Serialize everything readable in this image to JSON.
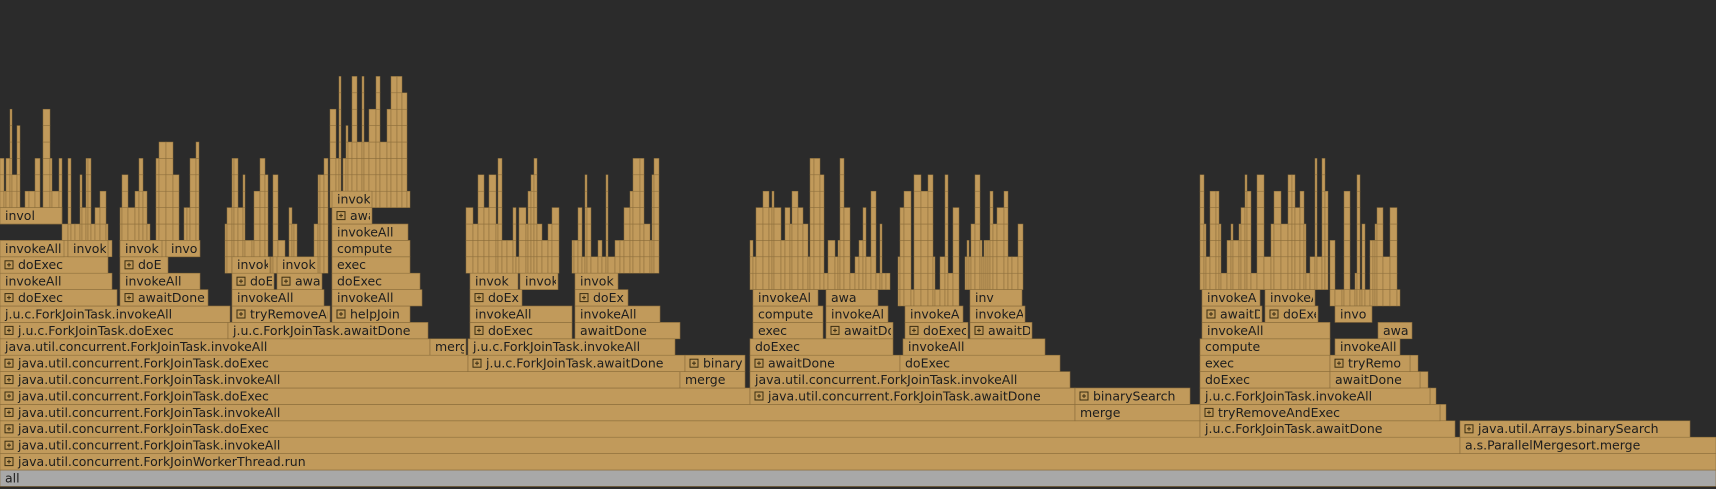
{
  "colors": {
    "background": "#2b2b2b",
    "frame_fill": "#c19a5b",
    "frame_stroke": "#8a6d3b",
    "root_fill": "#a8a8a8",
    "text": "#1d1d1d"
  },
  "chart_data": {
    "type": "flamegraph",
    "title": "",
    "root_label": "all",
    "frames": [
      {
        "label": "java.util.concurrent.ForkJoinWorkerThread.run",
        "depth": 1,
        "start": 0,
        "end": 1716,
        "expand": true
      },
      {
        "label": "java.util.concurrent.ForkJoinTask.invokeAll",
        "depth": 2,
        "start": 0,
        "end": 1460,
        "expand": true
      },
      {
        "label": "a.s.ParallelMergesort.merge",
        "depth": 2,
        "start": 1460,
        "end": 1716,
        "expand": false
      },
      {
        "label": "java.util.concurrent.ForkJoinTask.doExec",
        "depth": 3,
        "start": 0,
        "end": 1200,
        "expand": true
      },
      {
        "label": "j.u.c.ForkJoinTask.awaitDone",
        "depth": 3,
        "start": 1200,
        "end": 1455,
        "expand": false
      },
      {
        "label": "java.util.Arrays.binarySearch",
        "depth": 3,
        "start": 1460,
        "end": 1690,
        "expand": true
      },
      {
        "label": "java.util.concurrent.ForkJoinTask.invokeAll",
        "depth": 4,
        "start": 0,
        "end": 1075,
        "expand": true
      },
      {
        "label": "merge",
        "depth": 4,
        "start": 1075,
        "end": 1200,
        "expand": false
      },
      {
        "label": "+ tryRemoveAndExec",
        "depth": 4,
        "start": 1200,
        "end": 1440,
        "expand": true
      },
      {
        "label": "java.util.concurrent.ForkJoinTask.doExec",
        "depth": 5,
        "start": 0,
        "end": 750,
        "expand": true
      },
      {
        "label": "java.util.concurrent.ForkJoinTask.awaitDone",
        "depth": 5,
        "start": 750,
        "end": 1075,
        "expand": true
      },
      {
        "label": "binarySearch",
        "depth": 5,
        "start": 1075,
        "end": 1190,
        "expand": true
      },
      {
        "label": "j.u.c.ForkJoinTask.invokeAll",
        "depth": 5,
        "start": 1200,
        "end": 1430,
        "expand": false
      },
      {
        "label": "java.util.concurrent.ForkJoinTask.invokeAll",
        "depth": 6,
        "start": 0,
        "end": 680,
        "expand": true
      },
      {
        "label": "merge",
        "depth": 6,
        "start": 680,
        "end": 745,
        "expand": false
      },
      {
        "label": "java.util.concurrent.ForkJoinTask.invokeAll",
        "depth": 6,
        "start": 750,
        "end": 1070,
        "expand": false
      },
      {
        "label": "doExec",
        "depth": 6,
        "start": 1200,
        "end": 1330,
        "expand": false
      },
      {
        "label": "awaitDone",
        "depth": 6,
        "start": 1330,
        "end": 1420,
        "expand": false
      },
      {
        "label": "java.util.concurrent.ForkJoinTask.doExec",
        "depth": 7,
        "start": 0,
        "end": 468,
        "expand": true
      },
      {
        "label": "j.u.c.ForkJoinTask.awaitDone",
        "depth": 7,
        "start": 468,
        "end": 685,
        "expand": true
      },
      {
        "label": "binaryS",
        "depth": 7,
        "start": 685,
        "end": 745,
        "expand": true
      },
      {
        "label": "awaitDone",
        "depth": 7,
        "start": 750,
        "end": 900,
        "expand": true
      },
      {
        "label": "doExec",
        "depth": 7,
        "start": 900,
        "end": 1060,
        "expand": false
      },
      {
        "label": "exec",
        "depth": 7,
        "start": 1200,
        "end": 1330,
        "expand": false
      },
      {
        "label": "tryRemo",
        "depth": 7,
        "start": 1330,
        "end": 1410,
        "expand": true
      },
      {
        "label": "java.util.concurrent.ForkJoinTask.invokeAll",
        "depth": 8,
        "start": 0,
        "end": 430,
        "expand": false
      },
      {
        "label": "merg",
        "depth": 8,
        "start": 430,
        "end": 466,
        "expand": false
      },
      {
        "label": "j.u.c.ForkJoinTask.invokeAll",
        "depth": 8,
        "start": 468,
        "end": 675,
        "expand": false
      },
      {
        "label": "doExec",
        "depth": 8,
        "start": 750,
        "end": 893,
        "expand": false
      },
      {
        "label": "invokeAll",
        "depth": 8,
        "start": 903,
        "end": 1045,
        "expand": false
      },
      {
        "label": "compute",
        "depth": 8,
        "start": 1200,
        "end": 1330,
        "expand": false
      },
      {
        "label": "invokeAll",
        "depth": 8,
        "start": 1335,
        "end": 1400,
        "expand": false
      },
      {
        "label": "j.u.c.ForkJoinTask.doExec",
        "depth": 9,
        "start": 0,
        "end": 228,
        "expand": true
      },
      {
        "label": "j.u.c.ForkJoinTask.awaitDone",
        "depth": 9,
        "start": 228,
        "end": 428,
        "expand": false
      },
      {
        "label": "doExec",
        "depth": 9,
        "start": 470,
        "end": 572,
        "expand": true
      },
      {
        "label": "awaitDone",
        "depth": 9,
        "start": 575,
        "end": 680,
        "expand": false
      },
      {
        "label": "exec",
        "depth": 9,
        "start": 753,
        "end": 823,
        "expand": false
      },
      {
        "label": "awaitDo",
        "depth": 9,
        "start": 826,
        "end": 893,
        "expand": true
      },
      {
        "label": "doExec",
        "depth": 9,
        "start": 905,
        "end": 968,
        "expand": true
      },
      {
        "label": "awaitD",
        "depth": 9,
        "start": 970,
        "end": 1032,
        "expand": true
      },
      {
        "label": "invokeAll",
        "depth": 9,
        "start": 1202,
        "end": 1330,
        "expand": false
      },
      {
        "label": "awa",
        "depth": 9,
        "start": 1378,
        "end": 1412,
        "expand": false
      },
      {
        "label": "j.u.c.ForkJoinTask.invokeAll",
        "depth": 10,
        "start": 0,
        "end": 230,
        "expand": false
      },
      {
        "label": "tryRemoveAr",
        "depth": 10,
        "start": 232,
        "end": 330,
        "expand": true
      },
      {
        "label": "helpJoin",
        "depth": 10,
        "start": 332,
        "end": 410,
        "expand": true
      },
      {
        "label": "invokeAll",
        "depth": 10,
        "start": 470,
        "end": 572,
        "expand": false
      },
      {
        "label": "invokeAll",
        "depth": 10,
        "start": 575,
        "end": 660,
        "expand": false
      },
      {
        "label": "compute",
        "depth": 10,
        "start": 753,
        "end": 823,
        "expand": false
      },
      {
        "label": "invokeAl",
        "depth": 10,
        "start": 826,
        "end": 888,
        "expand": false
      },
      {
        "label": "invokeA",
        "depth": 10,
        "start": 905,
        "end": 963,
        "expand": false
      },
      {
        "label": "invokeA",
        "depth": 10,
        "start": 970,
        "end": 1025,
        "expand": false
      },
      {
        "label": "awaitD",
        "depth": 10,
        "start": 1202,
        "end": 1262,
        "expand": true
      },
      {
        "label": "doExe",
        "depth": 10,
        "start": 1265,
        "end": 1318,
        "expand": true
      },
      {
        "label": "invo",
        "depth": 10,
        "start": 1335,
        "end": 1372,
        "expand": false
      },
      {
        "label": "doExec",
        "depth": 11,
        "start": 0,
        "end": 117,
        "expand": true
      },
      {
        "label": "awaitDone",
        "depth": 11,
        "start": 120,
        "end": 208,
        "expand": true
      },
      {
        "label": "invokeAll",
        "depth": 11,
        "start": 232,
        "end": 324,
        "expand": false
      },
      {
        "label": "invokeAll",
        "depth": 11,
        "start": 332,
        "end": 422,
        "expand": false
      },
      {
        "label": "doEx",
        "depth": 11,
        "start": 470,
        "end": 522,
        "expand": true
      },
      {
        "label": "doEx",
        "depth": 11,
        "start": 575,
        "end": 628,
        "expand": true
      },
      {
        "label": "invokeAl",
        "depth": 11,
        "start": 753,
        "end": 818,
        "expand": false
      },
      {
        "label": "awa",
        "depth": 11,
        "start": 826,
        "end": 878,
        "expand": false
      },
      {
        "label": "inv",
        "depth": 11,
        "start": 970,
        "end": 1022,
        "expand": false
      },
      {
        "label": "invokeA",
        "depth": 11,
        "start": 1202,
        "end": 1260,
        "expand": false
      },
      {
        "label": "invokeA",
        "depth": 11,
        "start": 1265,
        "end": 1315,
        "expand": false
      },
      {
        "label": "invokeAll",
        "depth": 12,
        "start": 0,
        "end": 112,
        "expand": false
      },
      {
        "label": "invokeAll",
        "depth": 12,
        "start": 120,
        "end": 200,
        "expand": false
      },
      {
        "label": "doEx",
        "depth": 12,
        "start": 232,
        "end": 274,
        "expand": true
      },
      {
        "label": "awai",
        "depth": 12,
        "start": 277,
        "end": 322,
        "expand": true
      },
      {
        "label": "doExec",
        "depth": 12,
        "start": 332,
        "end": 420,
        "expand": false
      },
      {
        "label": "invok",
        "depth": 12,
        "start": 470,
        "end": 518,
        "expand": false
      },
      {
        "label": "invok",
        "depth": 12,
        "start": 520,
        "end": 558,
        "expand": false
      },
      {
        "label": "invok",
        "depth": 12,
        "start": 575,
        "end": 618,
        "expand": false
      },
      {
        "label": "doExec",
        "depth": 13,
        "start": 0,
        "end": 108,
        "expand": true
      },
      {
        "label": "doE",
        "depth": 13,
        "start": 120,
        "end": 168,
        "expand": true
      },
      {
        "label": "invok",
        "depth": 13,
        "start": 232,
        "end": 270,
        "expand": false
      },
      {
        "label": "invok",
        "depth": 13,
        "start": 277,
        "end": 318,
        "expand": false
      },
      {
        "label": "exec",
        "depth": 13,
        "start": 332,
        "end": 410,
        "expand": false
      },
      {
        "label": "invokeAll",
        "depth": 14,
        "start": 0,
        "end": 64,
        "expand": false
      },
      {
        "label": "invok",
        "depth": 14,
        "start": 68,
        "end": 108,
        "expand": false
      },
      {
        "label": "invok",
        "depth": 14,
        "start": 120,
        "end": 162,
        "expand": false
      },
      {
        "label": "invo",
        "depth": 14,
        "start": 166,
        "end": 200,
        "expand": false
      },
      {
        "label": "compute",
        "depth": 14,
        "start": 332,
        "end": 410,
        "expand": false
      },
      {
        "label": "invokeAll",
        "depth": 15,
        "start": 332,
        "end": 408,
        "expand": false
      },
      {
        "label": "awa",
        "depth": 16,
        "start": 332,
        "end": 372,
        "expand": true
      },
      {
        "label": "invol",
        "depth": 16,
        "start": 0,
        "end": 62,
        "expand": false
      },
      {
        "label": "invoke",
        "depth": 17,
        "start": 332,
        "end": 372,
        "expand": false
      }
    ]
  }
}
